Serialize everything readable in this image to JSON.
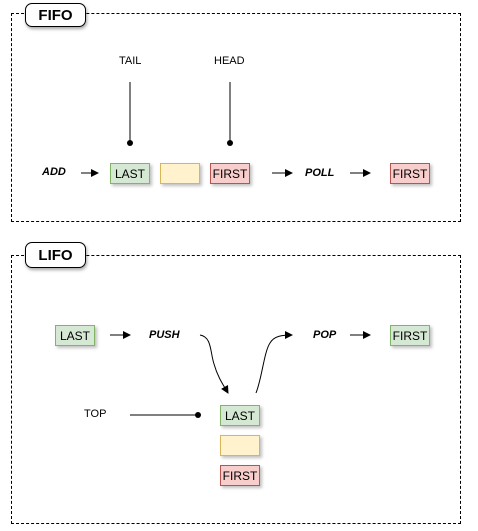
{
  "fifo": {
    "title": "FIFO",
    "tail_label": "TAIL",
    "head_label": "HEAD",
    "add_label": "ADD",
    "poll_label": "POLL",
    "queue": [
      "LAST",
      "",
      "FIRST"
    ],
    "output": "FIRST"
  },
  "lifo": {
    "title": "LIFO",
    "input": "LAST",
    "push_label": "PUSH",
    "pop_label": "POP",
    "output": "FIRST",
    "top_label": "TOP",
    "stack": [
      "LAST",
      "",
      "FIRST"
    ]
  },
  "colors": {
    "green_fill": "#d5e8d4",
    "yellow_fill": "#fff2cc",
    "red_fill": "#f8cecc"
  }
}
